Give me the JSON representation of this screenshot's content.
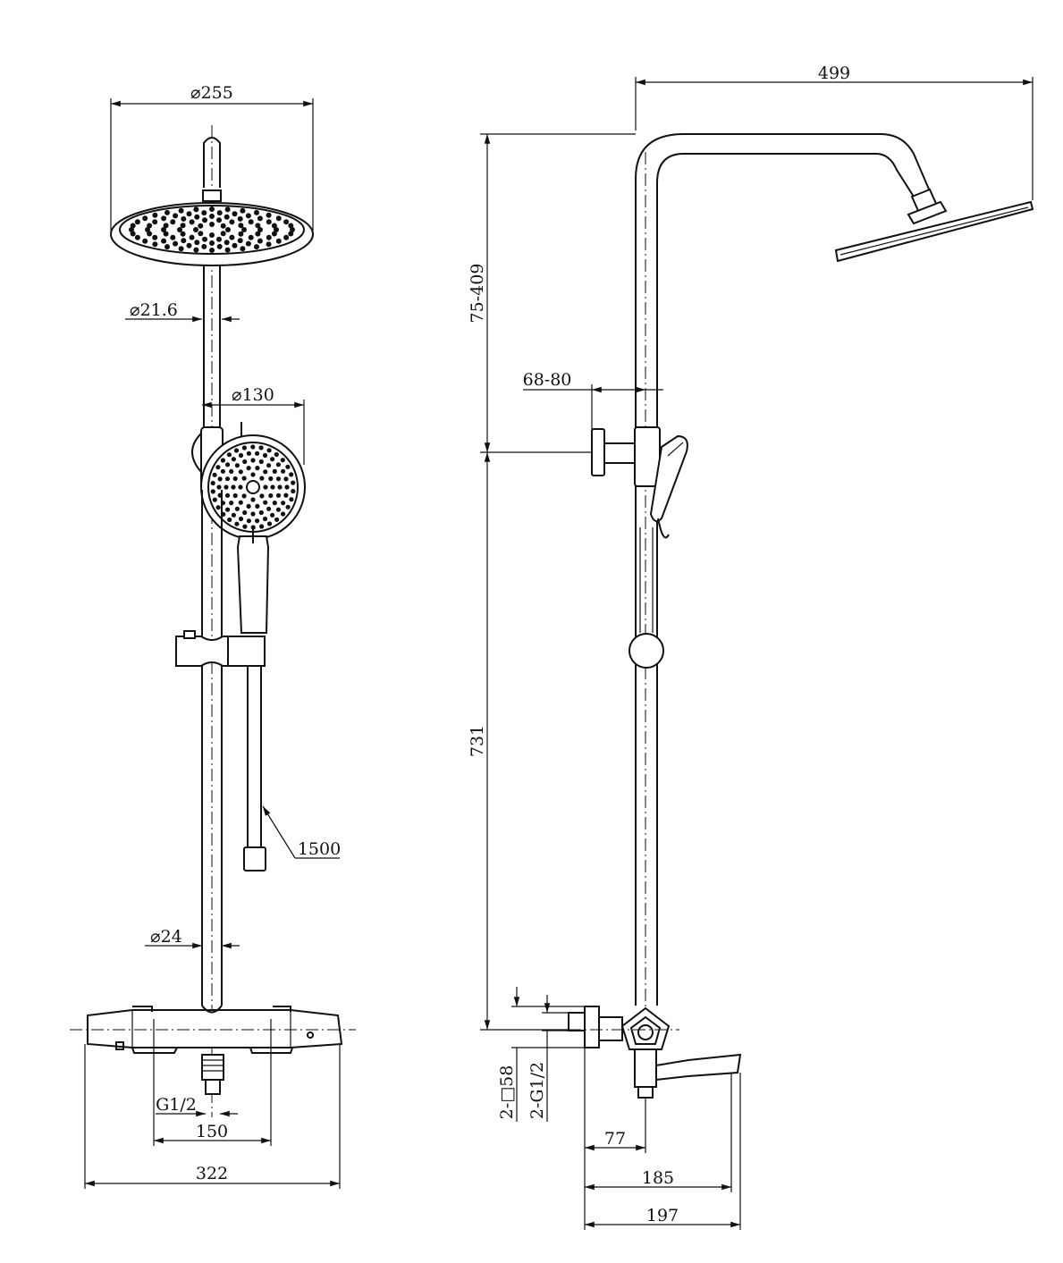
{
  "dimensions": {
    "head_diameter": "255",
    "upper_pipe_diameter": "21.6",
    "hand_shower_diameter": "130",
    "hose_length": "1500",
    "lower_pipe_diameter": "24",
    "thread": "G1/2",
    "inlet_spacing": "150",
    "mixer_width": "322",
    "arm_length": "499",
    "height_adjust": "75-409",
    "holder_offset": "68-80",
    "bar_height": "731",
    "square_bracket": "2-□58",
    "inlet_thread": "2-G1/2",
    "wall_to_center": "77",
    "spout_reach": "185",
    "total_depth": "197"
  },
  "symbols": {
    "diameter": "⌀"
  },
  "colors": {
    "line": "#111111",
    "background": "#ffffff"
  }
}
